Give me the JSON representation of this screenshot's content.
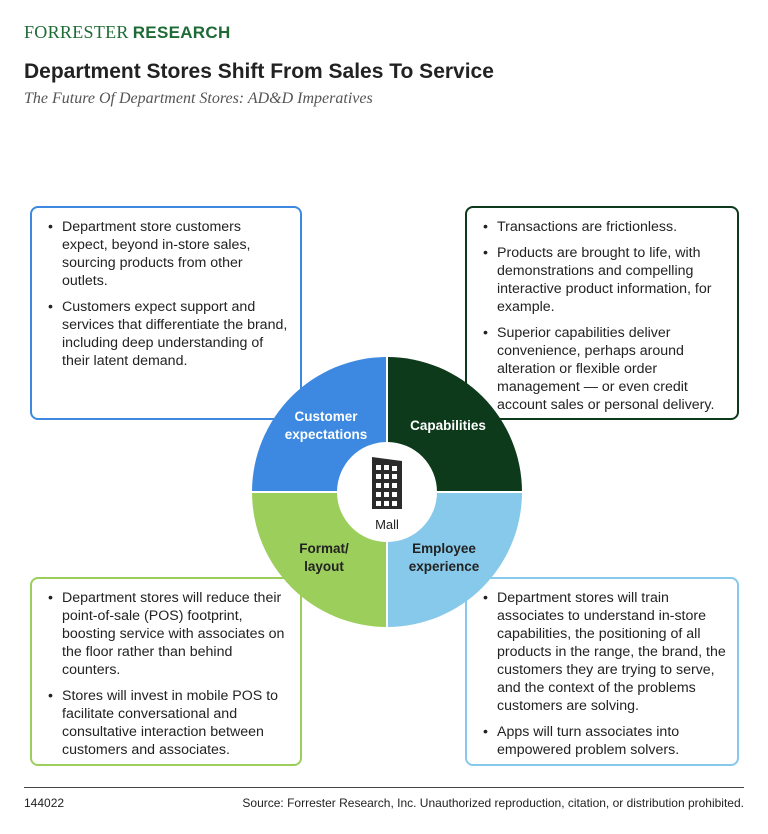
{
  "header": {
    "logo_part1": "FORRESTER",
    "logo_part2": "RESEARCH",
    "title": "Department Stores Shift From Sales To Service",
    "subtitle": "The Future Of Department Stores: AD&D Imperatives"
  },
  "colors": {
    "brand_green": "#1e6b36",
    "customer_expectations": "#3d88e0",
    "capabilities": "#0e3a1c",
    "format_layout": "#9cce5c",
    "employee_experience": "#86c9ea"
  },
  "wheel": {
    "center_label": "Mall",
    "center_icon": "building-icon",
    "quadrants": {
      "customer_expectations": [
        "Customer",
        "expectations"
      ],
      "capabilities": [
        "Capabilities"
      ],
      "format_layout": [
        "Format/",
        "layout"
      ],
      "employee_experience": [
        "Employee",
        "experience"
      ]
    }
  },
  "boxes": {
    "customer_expectations": [
      "Department store customers expect, beyond in-store sales, sourcing products from other outlets.",
      "Customers expect support and services that differentiate the brand, including deep understanding of their latent demand."
    ],
    "capabilities": [
      "Transactions are frictionless.",
      "Products are brought to life, with demonstrations and compelling interactive product information, for example.",
      "Superior capabilities deliver convenience, perhaps around alteration or flexible order management — or even credit account sales or personal delivery."
    ],
    "format_layout": [
      "Department stores will reduce their point-of-sale (POS) footprint, boosting service with associates on the floor rather than behind counters.",
      "Stores will invest in mobile POS to facilitate conversational and consultative interaction between customers and associates."
    ],
    "employee_experience": [
      "Department stores will train associates to understand in-store capabilities, the positioning of all products in the range, the brand, the customers they are trying to serve, and the context of the problems customers are solving.",
      "Apps will turn associates into empowered problem solvers."
    ]
  },
  "footer": {
    "id": "144022",
    "source": "Source: Forrester Research, Inc. Unauthorized reproduction, citation, or distribution prohibited."
  }
}
